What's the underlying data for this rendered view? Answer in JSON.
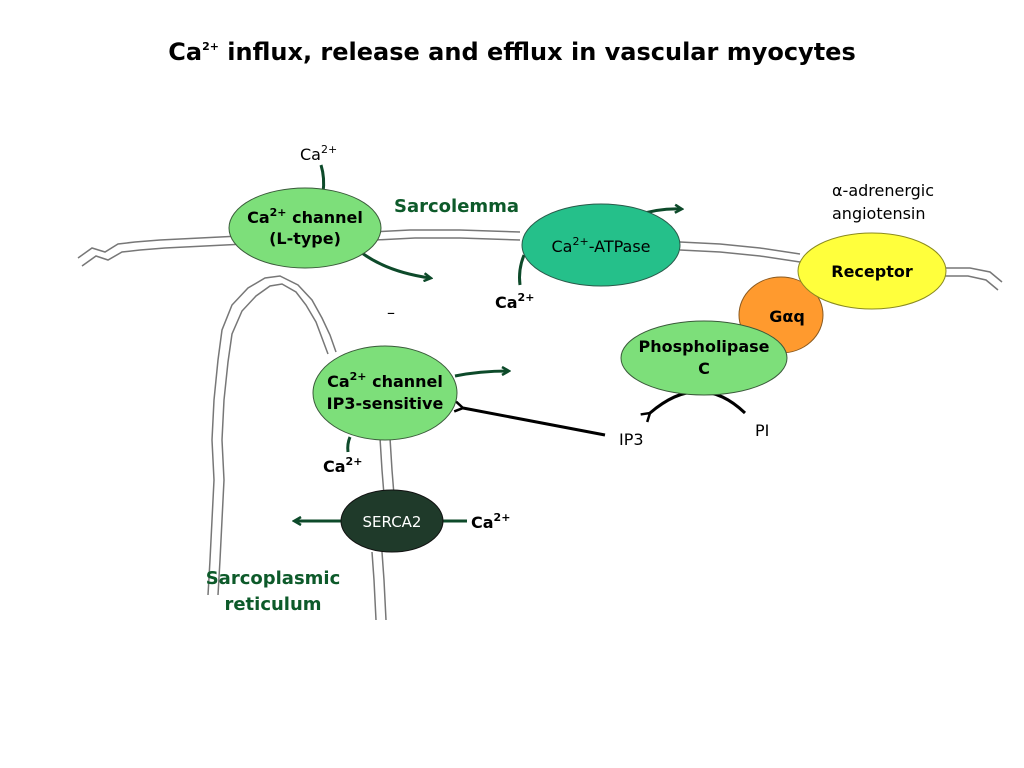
{
  "title": {
    "main": "Ca",
    "sup": "2+",
    "rest": " influx, release and efflux in vascular myocytes"
  },
  "labels": {
    "sarcolemma": "Sarcolemma",
    "sr_line1": "Sarcoplasmic",
    "sr_line2": "reticulum",
    "ligand_alpha": "α",
    "ligand_line1": "-adrenergic",
    "ligand_line2": "angiotensin",
    "ip3": "IP3",
    "pi": "PI",
    "ca": "Ca",
    "ca_sup": "2+",
    "dash": "–"
  },
  "nodes": {
    "ltype": {
      "line1": "Ca",
      "line1_sup": "2+",
      "line1_rest": " channel",
      "line2": "(L-type)",
      "color": "#7ddf7a"
    },
    "atpase": {
      "line1": "Ca",
      "line1_sup": "2+",
      "line1_rest": "-ATPase",
      "color": "#25c08a"
    },
    "receptor": {
      "label": "Receptor",
      "color": "#ffff3c"
    },
    "gaq": {
      "prefix": "G",
      "alpha": "α",
      "suffix": "q",
      "color": "#ff9a2e"
    },
    "plc": {
      "line1": "Phospholipase",
      "line2": "C",
      "color": "#7ddf7a"
    },
    "ip3channel": {
      "line1": "Ca",
      "line1_sup": "2+",
      "line1_rest": " channel",
      "line2": "IP3-sensitive",
      "color": "#7ddf7a"
    },
    "serca": {
      "label": "SERCA2",
      "color": "#1f3a2a"
    }
  },
  "colors": {
    "arrow": "#0d4a2a",
    "membrane": "#777777",
    "black_arrow": "#000000"
  }
}
